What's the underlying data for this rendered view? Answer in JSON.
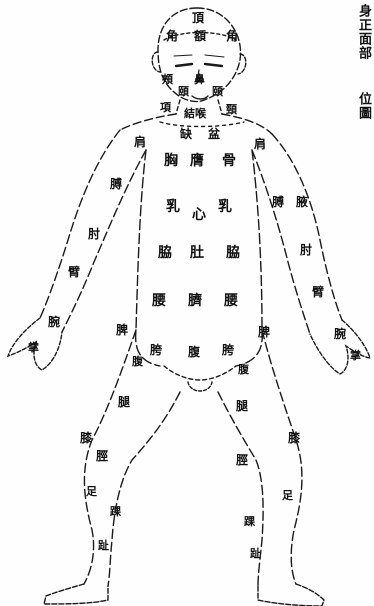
{
  "title": {
    "col1": "身正面部",
    "col2": "位圖"
  },
  "labels": {
    "crown": "頂",
    "forehead_l": "角",
    "forehead_c": "額",
    "forehead_r": "角",
    "cheek_l": "頰",
    "nose": "鼻",
    "chin_l": "頤",
    "chin_r": "頤",
    "neck_l": "項",
    "neck_r": "頸",
    "throat": "結喉",
    "shoulder_l": "肩",
    "shoulder_r": "肩",
    "clavicle_l": "缺",
    "clavicle_r": "盆",
    "chest_l": "胸",
    "chest_c": "膺",
    "chest_r": "骨",
    "nipple_l": "乳",
    "heart": "心",
    "nipple_r": "乳",
    "upperarm_l": "膊",
    "upperarm_r": "膊",
    "armpit_r": "腋",
    "elbow_l": "肘",
    "elbow_r": "肘",
    "rib_l": "脇",
    "abdomen_c": "肚",
    "rib_r": "脇",
    "forearm_l": "臂",
    "forearm_r": "臂",
    "waist_l": "腰",
    "navel": "臍",
    "waist_r": "腰",
    "wrist_l": "腕",
    "wrist_r": "腕",
    "flank_l": "脾",
    "flank_r": "脾",
    "hip_l": "胯",
    "belly": "腹",
    "hip_r": "胯",
    "groin_l": "腹",
    "groin_r": "腹",
    "hand_l": "掌",
    "hand_r": "掌",
    "thigh_l": "腿",
    "thigh_r": "腿",
    "knee_l": "膝",
    "knee_r": "膝",
    "shin_l": "脛",
    "shin_r": "脛",
    "calf_l": "足",
    "calf_r": "足",
    "ankle_l": "踝",
    "ankle_r": "踝",
    "foot_l": "趾",
    "foot_r": "趾"
  }
}
